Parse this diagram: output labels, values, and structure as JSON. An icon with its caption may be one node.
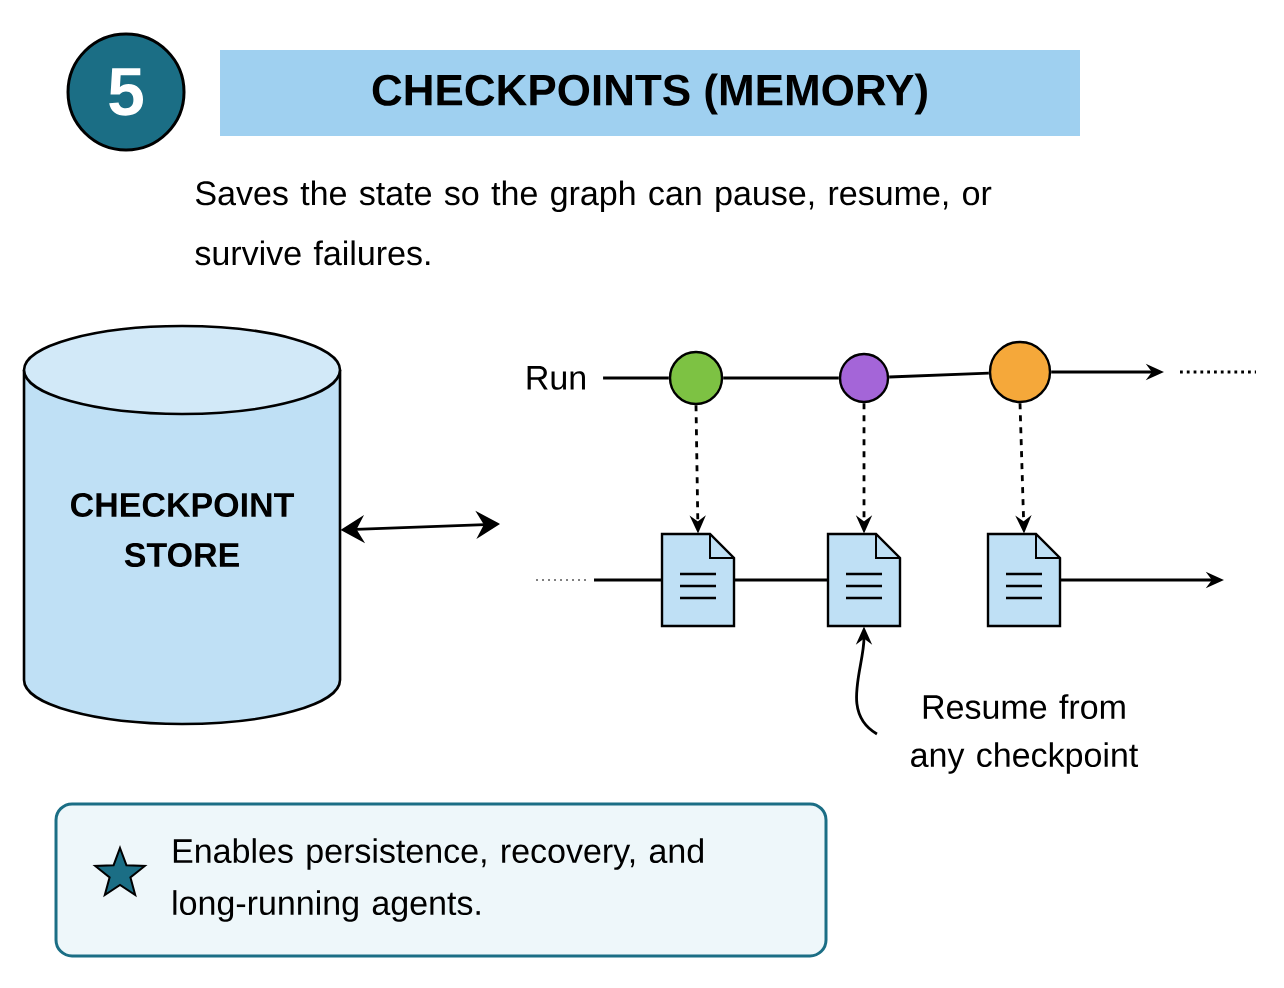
{
  "diagram": {
    "title": "CHECKPOINTS (MEMORY)",
    "nodes": [
      {
        "text": [
          "5"
        ]
      },
      {
        "text": [
          "CHECKPOINT STORE"
        ]
      },
      {
        "text": [
          "Run"
        ]
      },
      {
        "text": [],
        "shape": "circle"
      },
      {
        "text": [],
        "shape": "circle"
      },
      {
        "text": [],
        "shape": "circle"
      },
      {
        "text": [],
        "shape": "document"
      },
      {
        "text": [],
        "shape": "document"
      },
      {
        "text": [],
        "shape": "document"
      },
      {
        "text": [
          "Resume from any checkpoint"
        ]
      },
      {
        "text": [
          "Enables persistence, recovery, and long-running agents."
        ]
      }
    ],
    "edges": [
      {
        "from": 1,
        "to": null,
        "arrow": "both"
      },
      {
        "from": 2,
        "to": 3,
        "arrow": "none"
      },
      {
        "from": 3,
        "to": 4,
        "arrow": "none"
      },
      {
        "from": 4,
        "to": 5,
        "arrow": "none"
      },
      {
        "from": 5,
        "to": null,
        "arrow": "to"
      },
      {
        "from": 3,
        "to": 6,
        "arrow": "to",
        "style": "dashed"
      },
      {
        "from": 4,
        "to": 7,
        "arrow": "to",
        "style": "dashed"
      },
      {
        "from": 5,
        "to": 8,
        "arrow": "to",
        "style": "dashed"
      },
      {
        "from": null,
        "to": 6,
        "arrow": "none"
      },
      {
        "from": 6,
        "to": 7,
        "arrow": "none"
      },
      {
        "from": 8,
        "to": null,
        "arrow": "to"
      },
      {
        "from": 9,
        "to": 7,
        "arrow": "to"
      }
    ],
    "labels": [
      "Saves the state so the graph can pause, resume, or survive failures."
    ]
  }
}
